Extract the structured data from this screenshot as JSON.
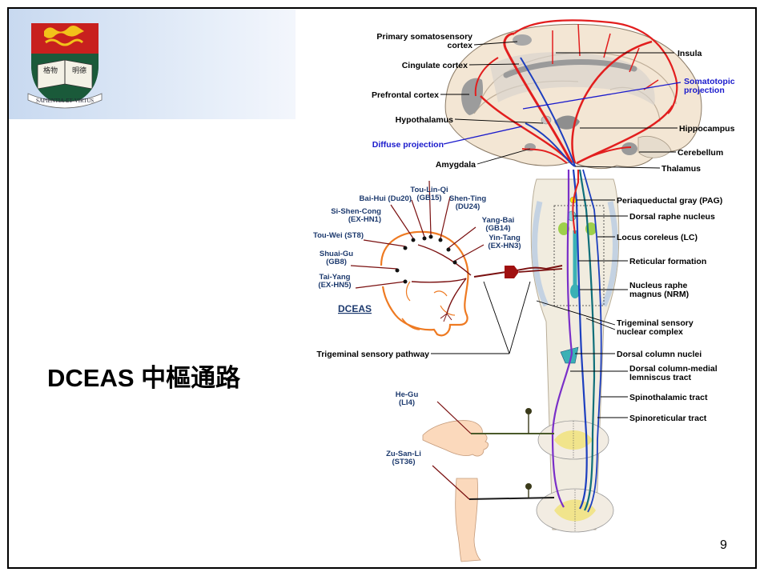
{
  "slide": {
    "title_latin": "DCEAS",
    "title_cjk": "中樞通路",
    "page_number": "9",
    "logo": {
      "motto": "SAPIENTIA·ET·VIRTUS",
      "book_glyphs": [
        "格物",
        "明德"
      ]
    }
  },
  "diagram": {
    "brain_labels": {
      "primary_somatosensory": [
        "Primary somatosensory",
        "cortex"
      ],
      "cingulate": "Cingulate cortex",
      "prefrontal": "Prefrontal cortex",
      "hypothalamus": "Hypothalamus",
      "diffuse_projection": "Diffuse projection",
      "amygdala": "Amygdala",
      "insula": "Insula",
      "somatotopic_projection": [
        "Somatotopic",
        "projection"
      ],
      "hippocampus": "Hippocampus",
      "cerebellum": "Cerebellum",
      "thalamus": "Thalamus"
    },
    "brainstem_labels": {
      "pag": "Periaqueductal gray (PAG)",
      "dorsal_raphe": "Dorsal raphe nucleus",
      "locus_coreleus": "Locus coreleus (LC)",
      "reticular_formation": "Reticular formation",
      "nrm": [
        "Nucleus raphe",
        "magnus (NRM)"
      ],
      "trigeminal_complex": [
        "Trigeminal sensory",
        "nuclear complex"
      ],
      "dorsal_column_nuclei": "Dorsal column nuclei",
      "dorsal_column_lemniscus": [
        "Dorsal column-medial",
        "lemniscus tract"
      ],
      "spinothalamic": "Spinothalamic tract",
      "spinoreticular": "Spinoreticular tract"
    },
    "acupoints": {
      "tou_lin_qi": [
        "Tou-Lin-Qi",
        "(GB15)"
      ],
      "bai_hui": "Bai-Hui (Du20)",
      "shen_ting": [
        "Shen-Ting",
        "(DU24)"
      ],
      "si_shen_cong": [
        "Si-Shen-Cong",
        "(EX-HN1)"
      ],
      "yang_bai": [
        "Yang-Bai",
        "(GB14)"
      ],
      "tou_wei": "Tou-Wei (ST8)",
      "yin_tang": [
        "Yin-Tang",
        "(EX-HN3)"
      ],
      "shuai_gu": [
        "Shuai-Gu",
        "(GB8)"
      ],
      "tai_yang": [
        "Tai-Yang",
        "(EX-HN5)"
      ],
      "he_gu": [
        "He-Gu",
        "(LI4)"
      ],
      "zu_san_li": [
        "Zu-San-Li",
        "(ST36)"
      ]
    },
    "dceas_label": "DCEAS",
    "trigeminal_pathway": "Trigeminal sensory pathway"
  },
  "colors": {
    "title_bg": "#c8d9f0",
    "pathway_red": "#e21e1e",
    "pathway_purple": "#7a2fc8",
    "pathway_blue": "#1d3fbf",
    "pathway_teal": "#0f6f7a",
    "label_blue": "#1a1acc",
    "acupoint_navy": "#1d3a6e",
    "head_orange": "#ee7a22",
    "nerve_maroon": "#7a1010"
  }
}
